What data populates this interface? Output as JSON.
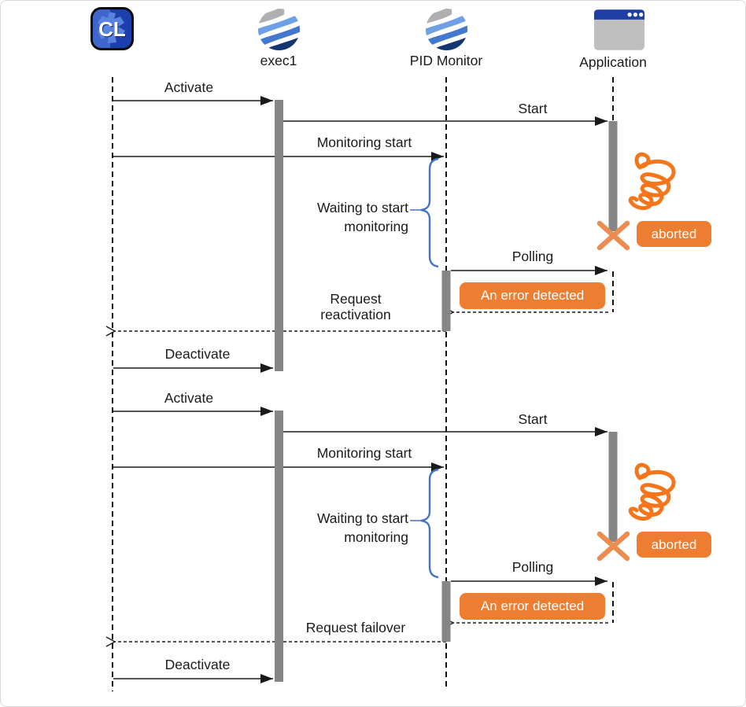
{
  "actors": {
    "cl_badge": "CL",
    "exec1": "exec1",
    "pid_monitor": "PID Monitor",
    "application": "Application"
  },
  "seq1": {
    "activate": "Activate",
    "start": "Start",
    "monitoring_start": "Monitoring start",
    "waiting": "Waiting to start\nmonitoring",
    "polling": "Polling",
    "error_detected": "An  error detected",
    "request": "Request\nreactivation",
    "deactivate": "Deactivate",
    "aborted": "aborted"
  },
  "seq2": {
    "activate": "Activate",
    "start": "Start",
    "monitoring_start": "Monitoring start",
    "waiting": "Waiting to start\nmonitoring",
    "polling": "Polling",
    "error_detected": "An  error detected",
    "request": "Request failover",
    "deactivate": "Deactivate",
    "aborted": "aborted"
  },
  "colors": {
    "accent_orange": "#ED7D31",
    "doodle_orange": "#F5761A",
    "x_orange": "#EC8C51",
    "activation_gray": "#868686",
    "brace_blue": "#4472C4",
    "icon_navy": "#1E3FA3",
    "globe_gray": "#AFAFAF",
    "globe_light_blue": "#6FA0E6",
    "globe_mid_blue": "#4478CE",
    "globe_navy": "#15366F",
    "line_black": "#1A1A1A"
  }
}
